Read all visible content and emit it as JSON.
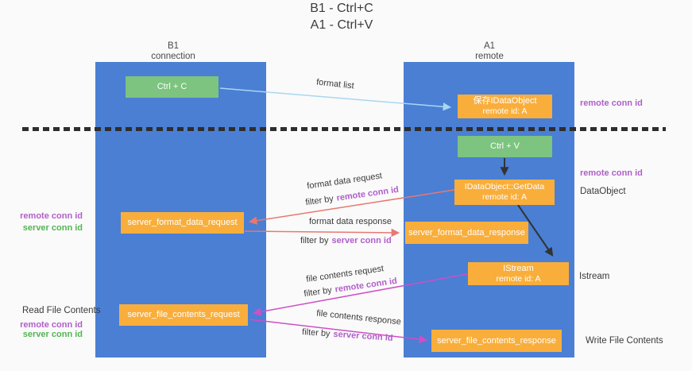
{
  "title": {
    "line1": "B1 - Ctrl+C",
    "line2": "A1 - Ctrl+V"
  },
  "columns": {
    "left": {
      "name": "B1",
      "role": "connection"
    },
    "right": {
      "name": "A1",
      "role": "remote"
    }
  },
  "boxes": {
    "ctrl_c": {
      "label": "Ctrl + C"
    },
    "save_idataobject": {
      "line1": "保存IDataObject",
      "line2": "remote id: A"
    },
    "ctrl_v": {
      "label": "Ctrl + V"
    },
    "getdata": {
      "line1": "IDataObject::GetData",
      "line2": "remote id: A"
    },
    "format_request": {
      "label": "server_format_data_request"
    },
    "format_response": {
      "label": "server_format_data_response"
    },
    "istream": {
      "line1": "IStream",
      "line2": "remote id: A"
    },
    "file_request": {
      "label": "server_file_contents_request"
    },
    "file_response": {
      "label": "server_file_contents_response"
    }
  },
  "arrow_labels": {
    "format_list": "format list",
    "format_data_request": "format data request",
    "format_data_response": "format data response",
    "file_contents_request": "file contents request",
    "file_contents_response": "file contents response",
    "filter_by": "filter by",
    "remote_conn_id": "remote conn id",
    "server_conn_id": "server conn id"
  },
  "side_labels": {
    "remote_conn_id_top_right": "remote conn id",
    "remote_conn_id_mid_right": "remote conn id",
    "dataobject": "DataObject",
    "istream": "Istream",
    "write_file_contents": "Write File Contents",
    "remote_conn_id_left": "remote conn id",
    "server_conn_id_left": "server conn id",
    "read_file_contents": "Read File Contents",
    "remote_conn_id_bottom_left": "remote conn id",
    "server_conn_id_bottom_left": "server conn id"
  },
  "colors": {
    "background": "#fafafa",
    "column_blue": "#4a7fd4",
    "box_green": "#7cc47f",
    "box_orange": "#f9ae3b",
    "purple_label": "#b05fc9",
    "green_label": "#53b554",
    "arrow_blue": "#a8d7f0",
    "arrow_salmon": "#e87870",
    "arrow_magenta": "#cf4fc6",
    "arrow_black": "#333333"
  }
}
